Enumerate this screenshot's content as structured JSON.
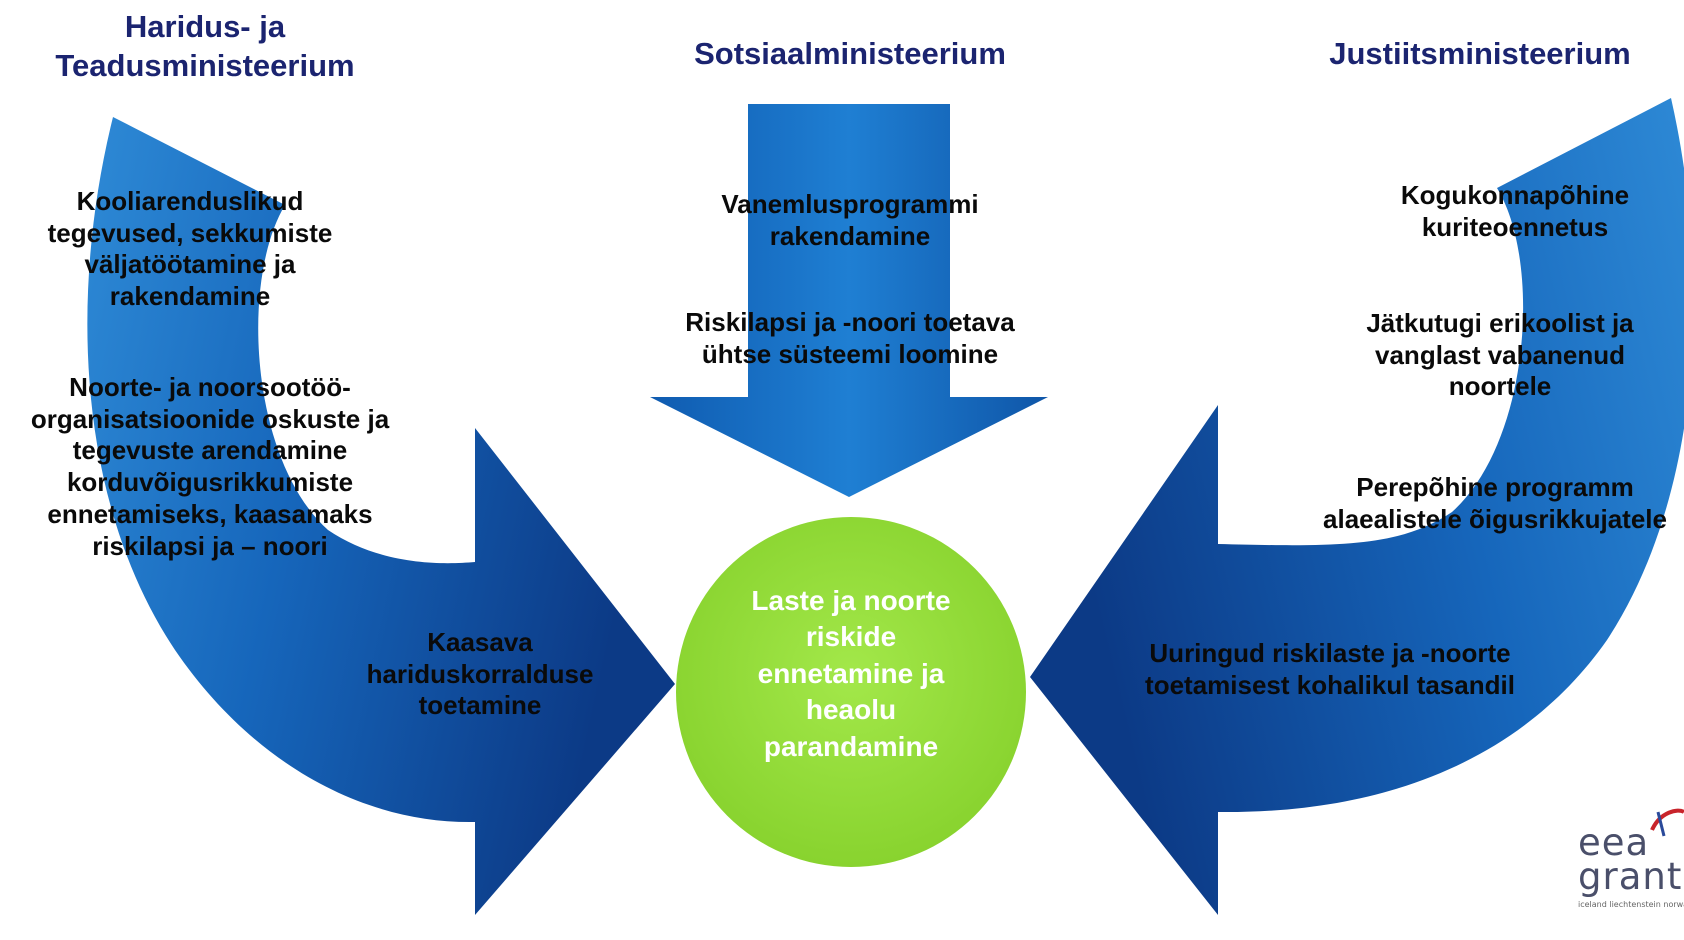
{
  "headers": {
    "left": "Haridus- ja Teadusministeerium",
    "center": "Sotsiaalministeerium",
    "right": "Justiitsministeerium"
  },
  "left_items": [
    "Kooliarenduslikud tegevused, sekkumiste väljatöötamine ja rakendamine",
    "Noorte- ja noorsootöö-organisatsioonide oskuste ja tegevuste arendamine korduvõigusrikkumiste ennetamiseks, kaasamaks riskilapsi ja – noori",
    "Kaasava hariduskorralduse toetamine"
  ],
  "center_items": [
    "Vanemlusprogrammi rakendamine",
    "Riskilapsi ja -noori toetava ühtse süsteemi loomine"
  ],
  "right_items": [
    "Kogukonnapõhine kuriteoennetus",
    "Jätkutugi erikoolist ja vanglast vabanenud noortele",
    "Perepõhine programm alaealistele õigusrikkujatele",
    "Uuringud riskilaste ja -noorte toetamisest kohalikul tasandil"
  ],
  "goal": "Laste ja noorte riskide ennetamine ja heaolu parandamine",
  "logo": {
    "line1": "eea",
    "line2": "grants",
    "tagline": "iceland liechtenstein norway"
  },
  "colors": {
    "arrow_dark": "#0d3a8a",
    "arrow_light": "#2b8fdc",
    "goal_circle": "#97df3a",
    "header_text": "#1b2470"
  }
}
